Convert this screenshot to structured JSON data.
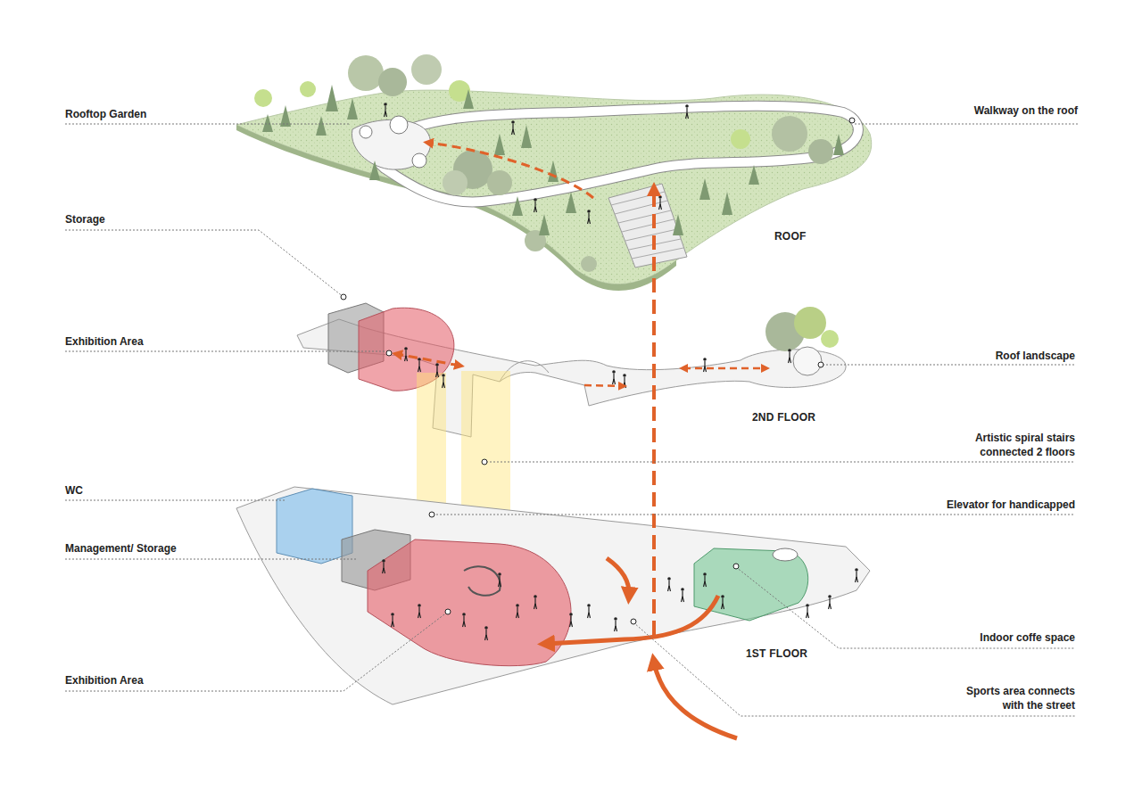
{
  "diagram": {
    "labels": [
      "Rooftop Garden",
      "Walkway on the roof",
      "ROOF",
      "Storage",
      "Exhibition Area",
      "Roof landscape",
      "2ND FLOOR",
      "Artistic spiral stairs connected 2 floors",
      "WC",
      "Elevator for handicapped",
      "Management/ Storage",
      "Indoor coffe space",
      "1ST FLOOR",
      "Exhibition Area",
      "Sports area connects with the street"
    ]
  }
}
